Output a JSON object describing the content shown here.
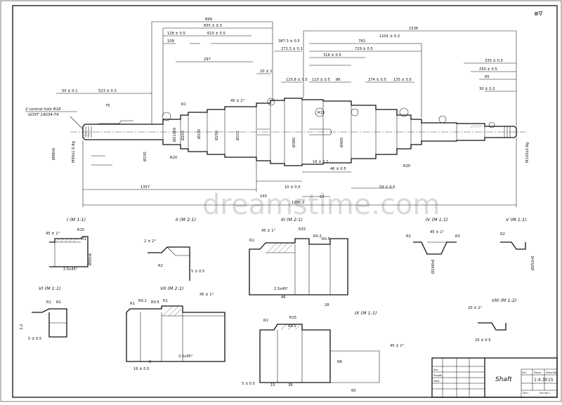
{
  "drawing": {
    "title": "Shaft",
    "corner_mark": "⊗∇",
    "watermark": "dreamstime.com",
    "title_block": {
      "scale": "1:4.30",
      "sheets": "15",
      "headers": [
        "Лит.",
        "Масса",
        "Масштаб"
      ],
      "sheet_label": "Лист",
      "sheets_label": "Листов 1",
      "rows": [
        "Изм",
        "Разраб.",
        "Пров."
      ]
    }
  },
  "annotations": {
    "centre_holes": "2 central hole B16",
    "standard": "GOST 14034-74"
  },
  "top_dimensions": [
    "899",
    "835 ± 0.3",
    "128 ± 0.5",
    "615 ± 0.5",
    "108",
    "387.3 ± 0.5",
    "1536",
    "1201 ± 0.3",
    "272.3 ± 0.1",
    "793",
    "729 ± 0.5",
    "316 ± 0.5",
    "50 ± 0.1",
    "523 ± 0.3",
    "297",
    "20 ± 1",
    "125.8 ± 0.5",
    "110 ± 0.5",
    "86",
    "274 ± 0.5",
    "135 ± 0.5",
    "335 ± 0.5",
    "250 ± 0.5",
    "65",
    "30 ± 0.2",
    "75"
  ],
  "main_view_labels": [
    "Ø98h6",
    "M90x1.5-8g",
    "Ø195",
    "R20",
    "Ø210k6",
    "Ø225",
    "Ø230",
    "Ø290",
    "Ø315",
    "R1",
    "45 ± 2°",
    "R15",
    "Ø380",
    "Ø400",
    "R20",
    "M120x2-8g"
  ],
  "bottom_dimensions": {
    "overall": "1280.3",
    "left": "1357",
    "mid": [
      "10 ± 0.5",
      "46 ± 0.5",
      "59 ± 0.5",
      "16 ± 0.2",
      "52",
      "140"
    ]
  },
  "detail_views": [
    {
      "label": "I (M 1:1)",
      "dims": [
        "45 ± 1°",
        "R15",
        "R1",
        "2.5x45°",
        "Ø90h6"
      ]
    },
    {
      "label": "II (M 2:1)",
      "dims": [
        "2 ± 2°",
        "R2",
        "5 ± 0.5"
      ]
    },
    {
      "label": "III (M 2:1)",
      "dims": [
        "45 ± 1°",
        "R15",
        "R0.2",
        "R0.5",
        "R1",
        "2.5x45°",
        "46",
        "28"
      ]
    },
    {
      "label": "IV (M 1:1)",
      "dims": [
        "45 ± 1°",
        "R2",
        "R2",
        "Ø246h6"
      ]
    },
    {
      "label": "V (M 1:1)",
      "dims": [
        "R2",
        "Ø252h6"
      ]
    },
    {
      "label": "VI (M 1:1)",
      "dims": [
        "R1",
        "R2",
        "5 ± 0.5",
        "3.2"
      ]
    },
    {
      "label": "VII (M 2:1)",
      "dims": [
        "R1",
        "R0.2",
        "R0.5",
        "R1",
        "45 ± 1°",
        "2.5x45°",
        "16 ± 0.5",
        "6"
      ]
    },
    {
      "label": "VIII (M 1:2)",
      "dims": [
        "20 ± 2°",
        "20 ± 0.5"
      ]
    },
    {
      "label": "IX (M 1:1)",
      "dims": [
        "R1",
        "R15",
        "R0.5",
        "45 ± 1°",
        "R6",
        "5 ± 0.5",
        "15",
        "38",
        "60"
      ]
    }
  ]
}
